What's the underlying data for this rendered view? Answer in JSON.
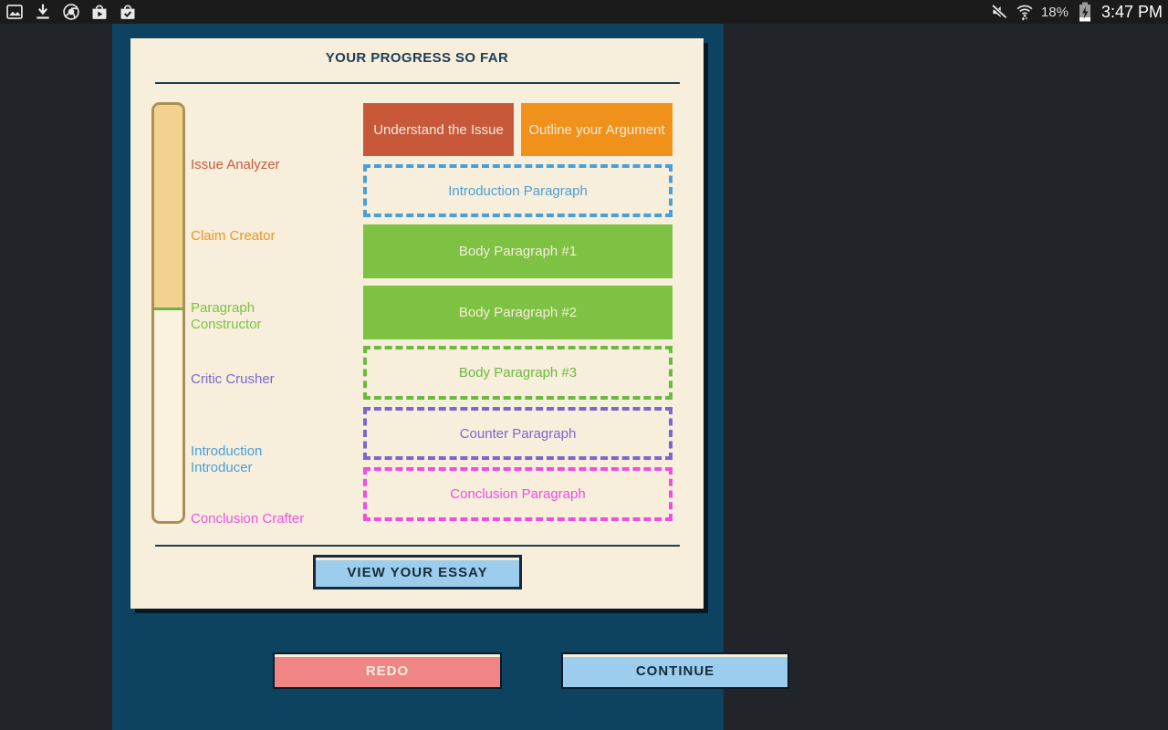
{
  "status_bar": {
    "battery_percent": "18%",
    "time": "3:47 PM",
    "left_icons": [
      "gallery-icon",
      "download-icon",
      "chrome-icon",
      "play-store-icon",
      "play-store-check-icon"
    ],
    "right_icons": [
      "volume-muted-icon",
      "wifi-icon",
      "battery-charging-icon"
    ]
  },
  "panel": {
    "card": {
      "title": "YOUR PROGRESS SO FAR",
      "levels": [
        {
          "label": "Issue Analyzer",
          "color": "#cb5b3d"
        },
        {
          "label": "Claim Creator",
          "color": "#f0941f"
        },
        {
          "label": "Paragraph Constructor",
          "color": "#7dc243"
        },
        {
          "label": "Critic Crusher",
          "color": "#7b68ce"
        },
        {
          "label": "Introduction Introducer",
          "color": "#4aa0d8"
        },
        {
          "label": "Conclusion Crafter",
          "color": "#ee53e2"
        }
      ],
      "progress_meter": {
        "fill_percent": 49,
        "fill_color": "#f3d290",
        "marker_color": "#6db33f",
        "border_color": "#ab8f55"
      },
      "stages": [
        {
          "label": "Understand the Issue",
          "status": "completed",
          "color": "#c8583a"
        },
        {
          "label": "Outline your Argument",
          "status": "completed",
          "color": "#f0911c"
        },
        {
          "label": "Introduction Paragraph",
          "status": "not-started",
          "color": "#4a9fd8"
        },
        {
          "label": "Body Paragraph #1",
          "status": "completed",
          "color": "#7dc243"
        },
        {
          "label": "Body Paragraph #2",
          "status": "completed",
          "color": "#7dc243"
        },
        {
          "label": "Body Paragraph #3",
          "status": "not-started",
          "color": "#6cb93f"
        },
        {
          "label": "Counter Paragraph",
          "status": "not-started",
          "color": "#7b68ce"
        },
        {
          "label": "Conclusion Paragraph",
          "status": "not-started",
          "color": "#ee4fe0"
        }
      ],
      "view_essay_button": "VIEW YOUR ESSAY"
    },
    "redo_button": "REDO",
    "continue_button": "CONTINUE"
  },
  "colors": {
    "background": "#212529",
    "panel": "#0d4361",
    "card": "#f7eedc",
    "title_text": "#1d3d52",
    "light_blue_button": "#9ccdec",
    "redo_button": "#ef8585",
    "card_shadow": "#081722"
  }
}
